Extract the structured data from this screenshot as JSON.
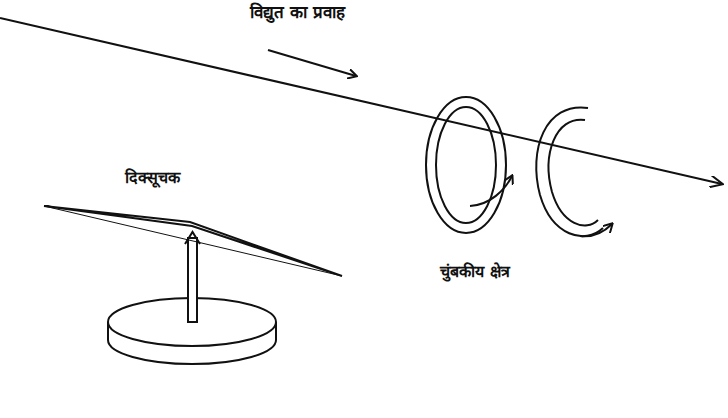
{
  "diagram": {
    "labels": [
      "विद्युत का प्रवाह",
      "दिक्सूचक",
      "चुंबकीय क्षेत्र"
    ]
  }
}
